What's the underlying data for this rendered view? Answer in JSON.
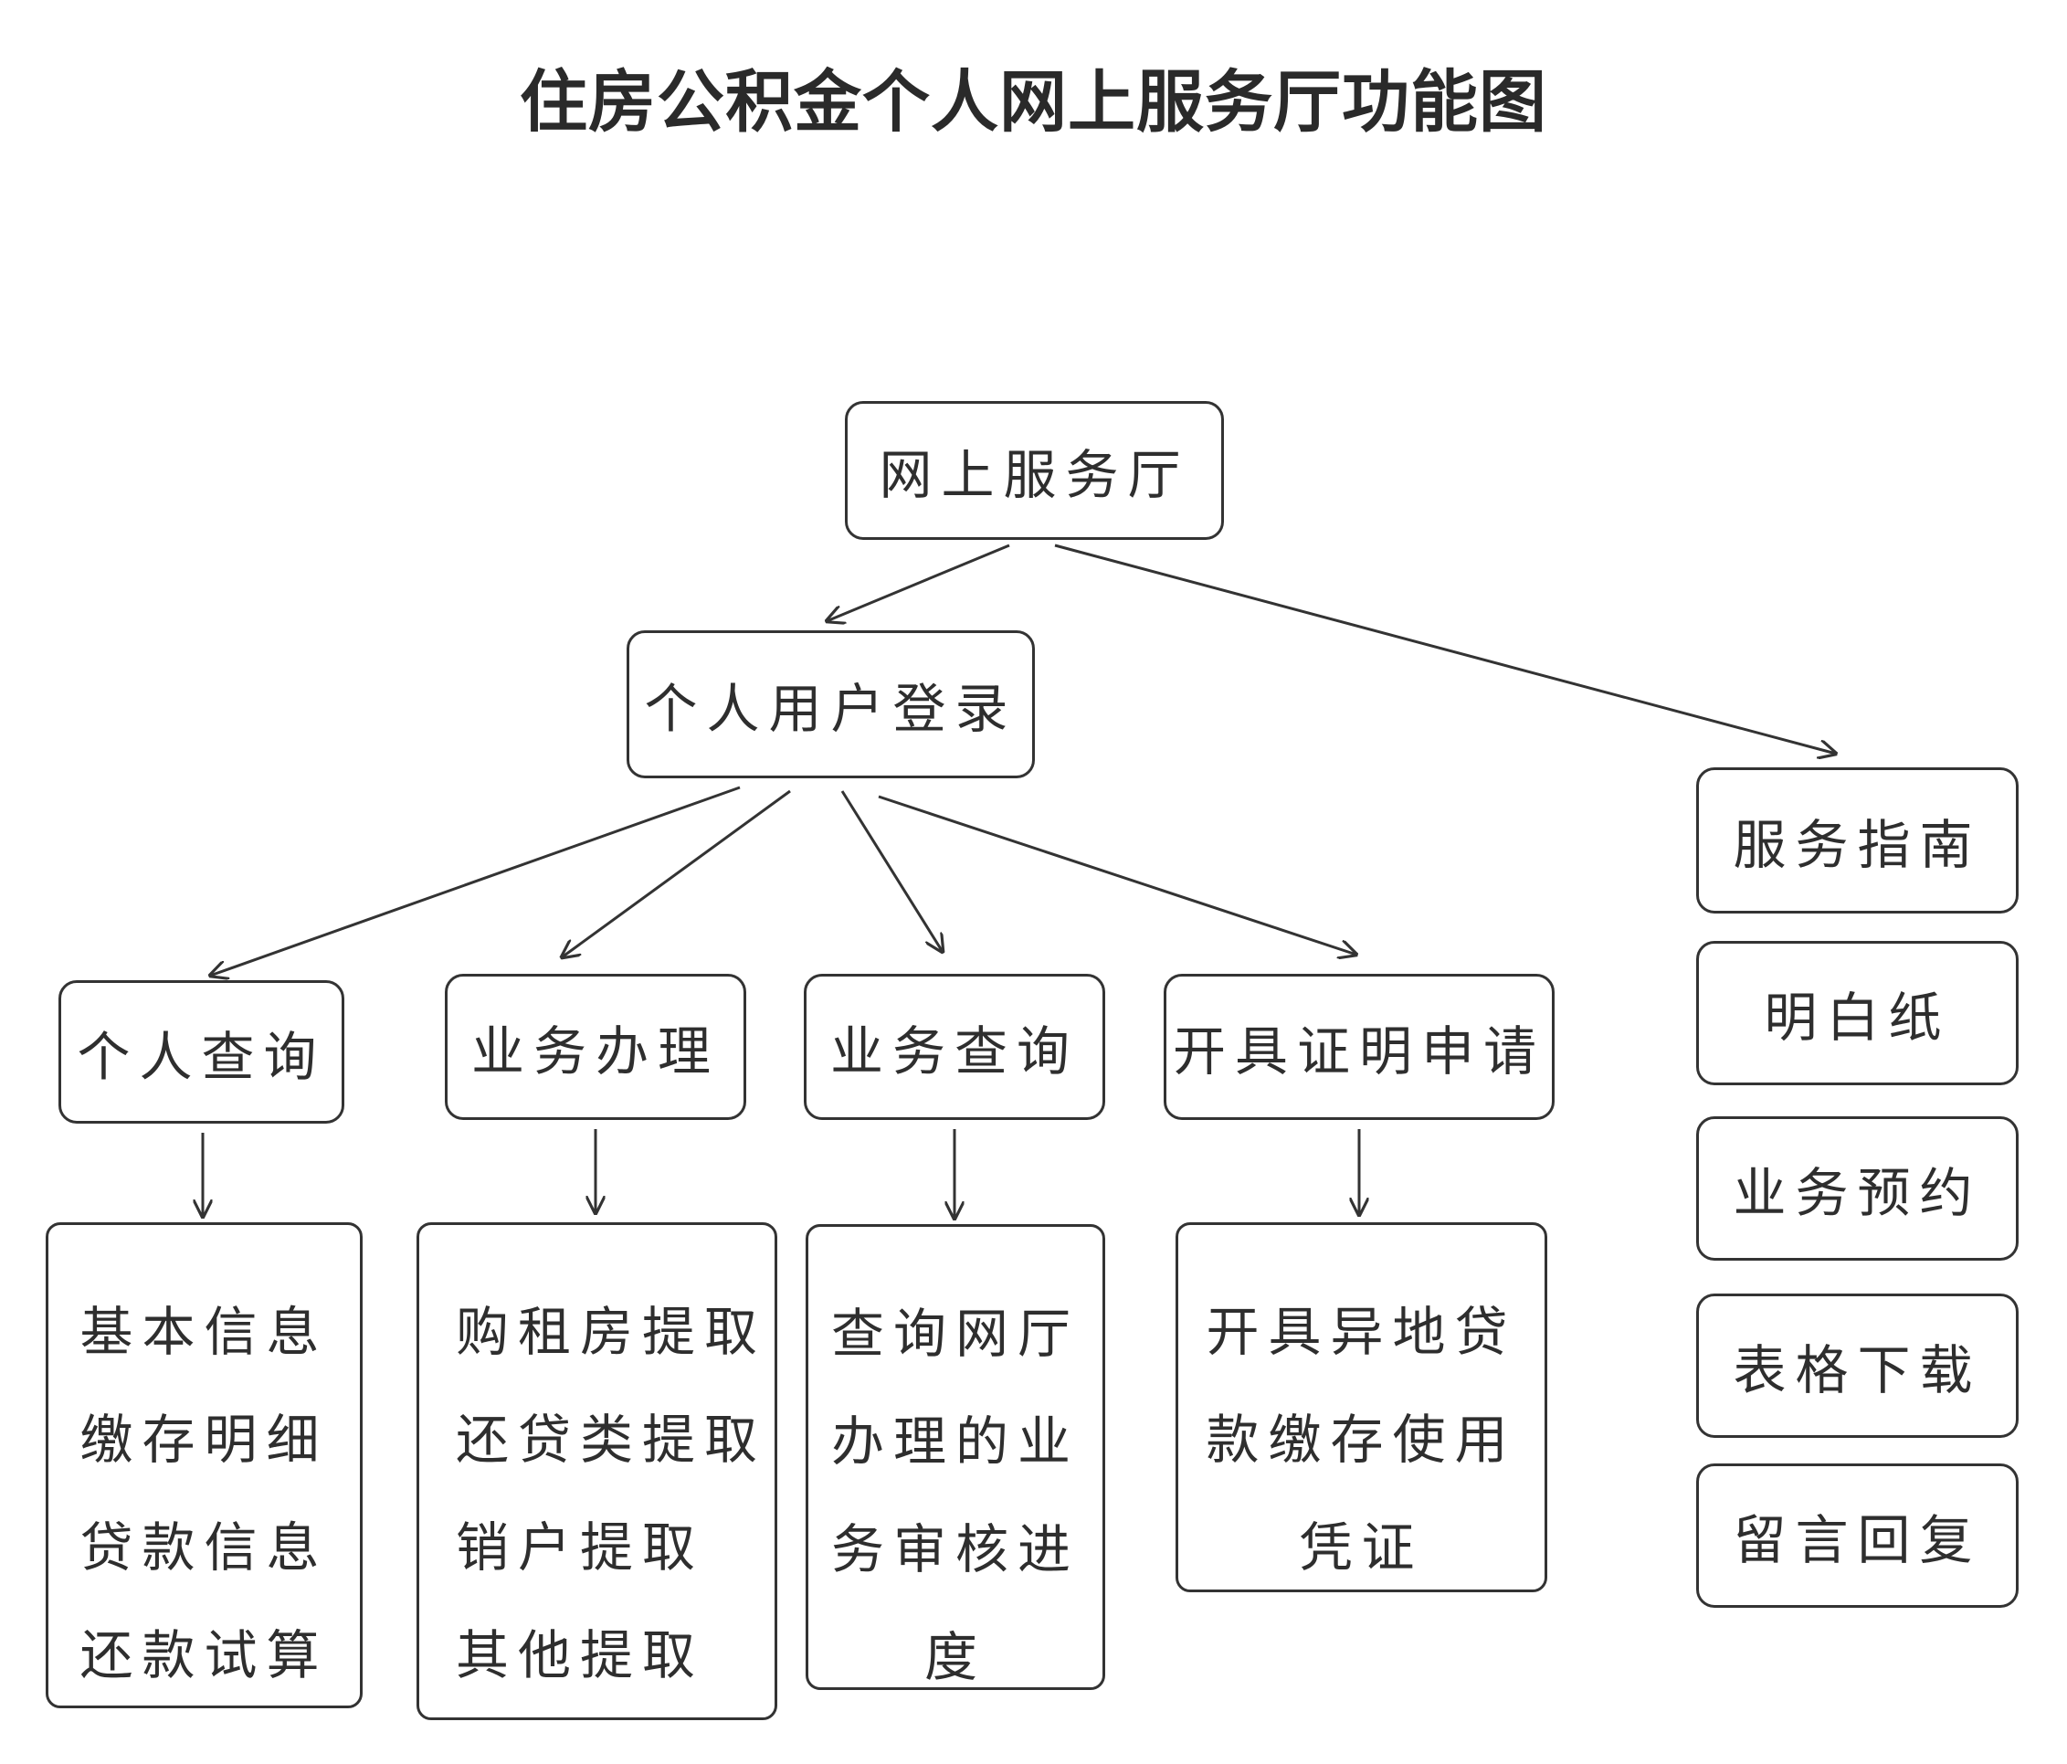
{
  "title": "住房公积金个人网上服务厅功能图",
  "root": "网上服务厅",
  "login": "个人用户登录",
  "categories": [
    "个人查询",
    "业务办理",
    "业务查询",
    "开具证明申请"
  ],
  "details": [
    [
      "基本信息",
      "缴存明细",
      "贷款信息",
      "还款试算"
    ],
    [
      "购租房提取",
      "还贷类提取",
      "销户提取",
      "其他提取"
    ],
    [
      "查询网厅",
      "办理的业",
      "务审核进",
      "度"
    ],
    [
      "开具异地贷",
      "款缴存使用",
      "凭证"
    ]
  ],
  "side_items": [
    "服务指南",
    "明白纸",
    "业务预约",
    "表格下载",
    "留言回复"
  ],
  "colors": {
    "line": "#333333",
    "text": "#2e2e2e",
    "background": "#ffffff"
  }
}
